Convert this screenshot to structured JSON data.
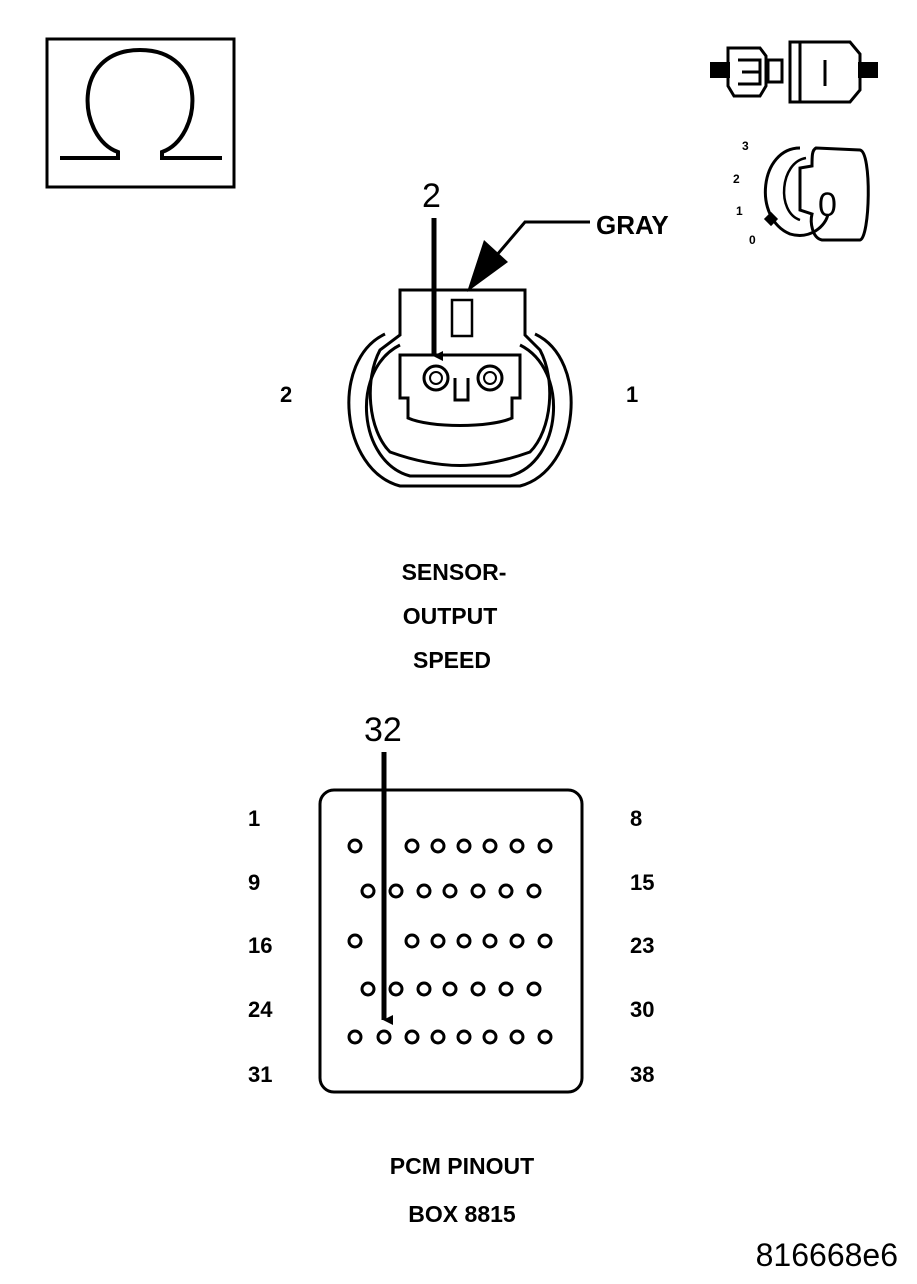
{
  "icons": {
    "ohmmeter": "ohm-symbol-icon",
    "connector": "connector-disconnected-icon",
    "ignition": "ignition-key-off-icon",
    "ignition_positions": [
      "3",
      "2",
      "1",
      "0"
    ],
    "ignition_key_label": "0"
  },
  "sensor": {
    "probe_pin": "2",
    "wire_color": "GRAY",
    "pin_left": "2",
    "pin_right": "1",
    "title_lines": [
      "SENSOR-",
      "OUTPUT",
      "SPEED"
    ]
  },
  "pcm": {
    "probe_pin": "32",
    "row_labels_left": [
      "1",
      "9",
      "16",
      "24",
      "31"
    ],
    "row_labels_right": [
      "8",
      "15",
      "23",
      "30",
      "38"
    ],
    "title_lines": [
      "PCM PINOUT",
      "BOX 8815"
    ]
  },
  "figure_id": "816668e6"
}
